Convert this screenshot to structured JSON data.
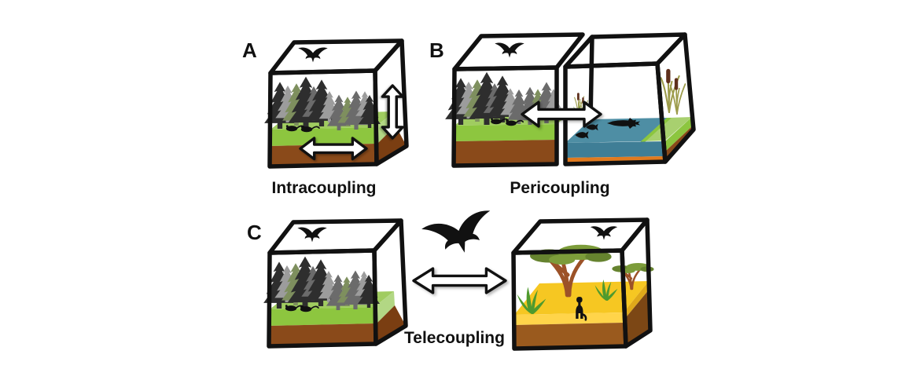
{
  "figure": {
    "panels": [
      {
        "letter": "A",
        "caption": "Intracoupling"
      },
      {
        "letter": "B",
        "caption": "Pericoupling"
      },
      {
        "letter": "C",
        "caption": "Telecoupling"
      }
    ]
  },
  "icons": {
    "bird": "soaring-raptor-silhouette",
    "conifer": "conifer-tree-silhouette",
    "rodent": "small-mammal-silhouette",
    "fish": "small-fish-silhouette",
    "pike": "pike-fish-silhouette",
    "cattail": "cattail-reed",
    "grass_tuft": "grass-tuft",
    "acacia": "acacia-tree",
    "meerkat": "meerkat-silhouette",
    "flow_arrow": "double-headed-flow-arrow"
  },
  "colors": {
    "line": "#111111",
    "arrow-fill": "#FFFFFF",
    "grass-top": "#A0CC60",
    "grass-front": "#8DC63F",
    "grass-side": "#B2D784",
    "soil-front": "#8A4A1A",
    "soil-side": "#7A3E12",
    "water-top": "#4E8EA4",
    "water-front": "#3F7E96",
    "water-strip": "#E07A1F",
    "bank-top": "#A8D06F",
    "bank-side": "#8CC63F",
    "bank-tuft": "#6BA32A",
    "savanna-top": "#F6C722",
    "savanna-band": "#FFD44A",
    "savanna-soil": "#9A5A1E",
    "savanna-side-band": "#DFA91A",
    "savanna-soil-side": "#7C4715",
    "tree-dark": "#2E2E2E",
    "tree-mid": "#6B6B6B",
    "tree-light": "#9C9C9C",
    "tree-olive": "#7E8F5E",
    "silhouette": "#111111",
    "cattail-head": "#5E2F1C",
    "cattail-stem": "#9C9B4A",
    "tuft-green": "#4F9A2E",
    "acacia-leaf": "#7C9C3A",
    "acacia-leaf-dark": "#66832F",
    "acacia-trunk": "#9C5228"
  }
}
